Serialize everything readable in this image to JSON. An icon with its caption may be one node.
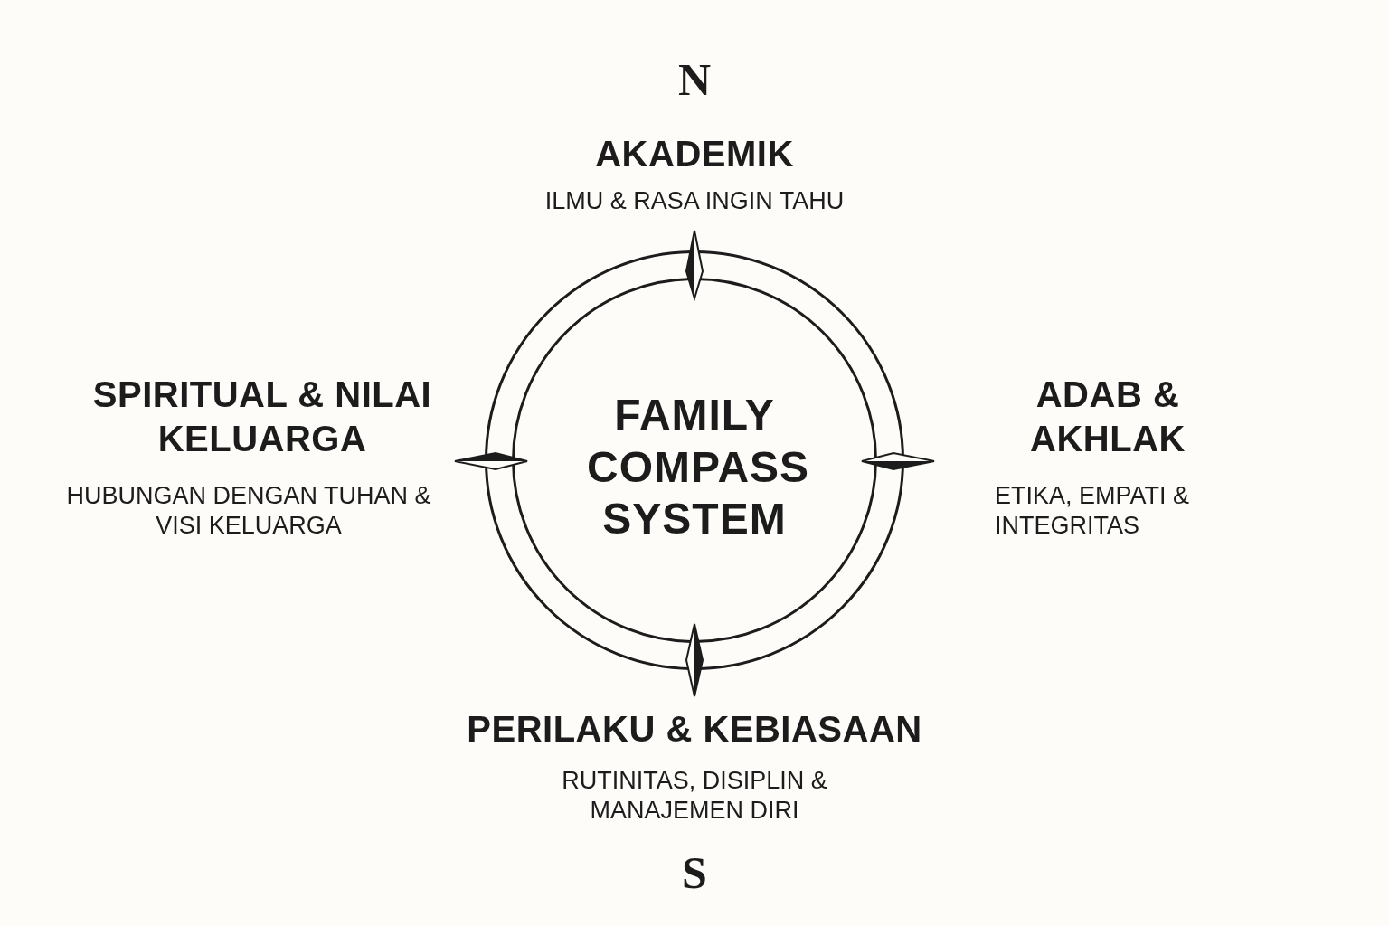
{
  "diagram": {
    "nodes": [
      {
        "text": [
          "FAMILY COMPASS SYSTEM"
        ]
      }
    ],
    "labels": [
      "N",
      "AKADEMIK",
      "ILMU & RASA INGIN TAHU",
      "SPIRITUAL & NILAI KELUARGA",
      "HUBUNGAN DENGAN TUHAN & VISI KELUARGA",
      "ADAB & AKHLAK",
      "ETIKA, EMPATI & INTEGRITAS",
      "PERILAKU & KEBIASAAN",
      "RUTINITAS, DISIPLIN & MANAJEMEN DIRI",
      "S"
    ]
  }
}
